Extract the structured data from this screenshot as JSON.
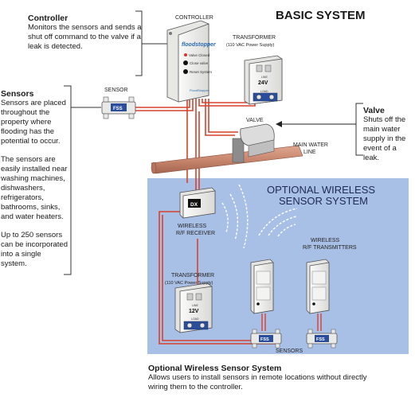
{
  "title": "BASIC SYSTEM",
  "controller_callout": {
    "title": "Controller",
    "body": "Monitors the sensors and sends a shut off command to the valve if a leak is detected."
  },
  "sensors_callout": {
    "title": "Sensors",
    "body1": "Sensors are placed throughout the property where flooding has the potential to occur.",
    "body2": "The sensors are easily installed near washing machines, dishwashers, refrigerators, bathrooms, sinks, and water heaters.",
    "body3": "Up to 250 sensors can be incorporated into a single system."
  },
  "valve_callout": {
    "title": "Valve",
    "body": "Shuts off the main water supply in the event of a leak."
  },
  "labels": {
    "controller": "CONTROLLER",
    "transformer": "TRANSFORMER",
    "transformer_sub": "(110 VAC Power Supply)",
    "sensor": "SENSOR",
    "valve": "VALVE",
    "main_water_line_1": "MAIN WATER",
    "main_water_line_2": "LINE",
    "wireless_title_1": "OPTIONAL WIRELESS",
    "wireless_title_2": "SENSOR SYSTEM",
    "rf_receiver_1": "WIRELESS",
    "rf_receiver_2": "R/F RECEIVER",
    "rf_transmitters_1": "WIRELESS",
    "rf_transmitters_2": "R/F TRANSMITTERS",
    "transformer2": "TRANSFORMER",
    "transformer2_sub": "(110 VAC Power Supply)",
    "sensors": "SENSORS"
  },
  "device_text": {
    "brand": "floodstopper",
    "valve_closed": "Valve Closed",
    "close_valve": "Close valve",
    "reset_system": "Reset System",
    "controller_footer": "FloodStopper",
    "fss": "FSS",
    "line": "LINE",
    "load": "LOAD",
    "v24": "24V",
    "v12": "12V",
    "dx": "DX"
  },
  "bottom_caption": {
    "title": "Optional Wireless Sensor System",
    "body1": "Allows users to install sensors in remote locations without directly",
    "body2": "wiring them to the controller."
  },
  "colors": {
    "wire": "#d9402b",
    "panel": "#a9c0e6",
    "pipe": "#c8876e",
    "device": "#f1f1ef"
  }
}
